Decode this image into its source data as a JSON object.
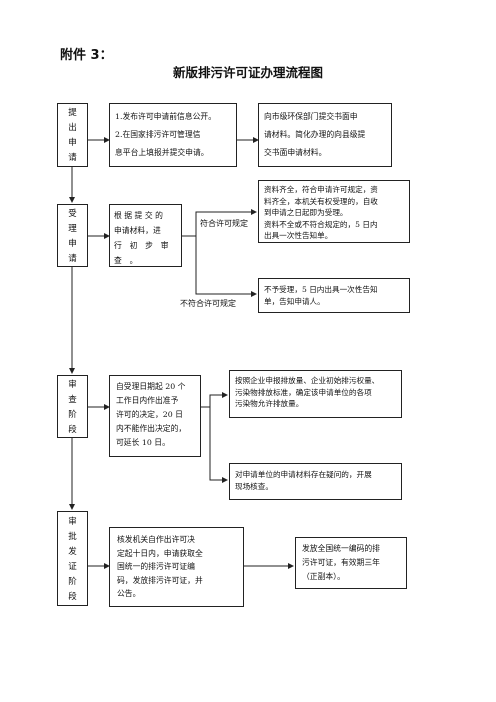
{
  "header": {
    "annex": "附件 3：",
    "title": "新版排污许可证办理流程图"
  },
  "stages": [
    {
      "chars": [
        "提",
        "出",
        "申",
        "请"
      ]
    },
    {
      "chars": [
        "受",
        "理",
        "申",
        "请"
      ]
    },
    {
      "chars": [
        "审",
        "查",
        "阶",
        "段"
      ]
    },
    {
      "chars": [
        "审",
        "批",
        "发",
        "证",
        "阶",
        "段"
      ]
    }
  ],
  "apply": {
    "left_lines": [
      "1.发布许可申请前信息公开。",
      "2.在国家排污许可管理信",
      "息平台上填报并提交申请。"
    ],
    "right_lines": [
      "向市级环保部门提交书面申",
      "请材料。简化办理的向县级提",
      "交书面申请材料。"
    ]
  },
  "accept": {
    "left_lines": [
      "根 据 提 交 的",
      "申请材料，进",
      "行　初　步　审",
      "查　。"
    ],
    "label_yes": "符合许可规定",
    "label_no": "不符合许可规定",
    "yes_lines": [
      "资料齐全，符合申请许可规定，资",
      "料齐全，本机关有权受理的，自收",
      "到申请之日起即为受理。",
      "资料不全或不符合规定的，5 日内",
      "出具一次性告知单。"
    ],
    "no_lines": [
      "不予受理，5 日内出具一次性告知",
      "单，告知申请人。"
    ]
  },
  "review": {
    "left_lines": [
      "自受理日期起 20 个",
      "工作日内作出准予",
      "许可的决定，20 日",
      "内不能作出决定的，",
      "可延长 10 日。"
    ],
    "right_top_lines": [
      "按照企业申报排放量、企业初始排污权量、",
      "污染物排放标准，确定该申请单位的各项",
      "污染物允许排放量。"
    ],
    "right_bottom_lines": [
      "对申请单位的申请材料存在疑问的，开展",
      "现场核查。"
    ]
  },
  "approve": {
    "left_lines": [
      "核发机关自作出许可决",
      "定起十日内，申请获取全",
      "国统一的排污许可证编",
      "码，发放排污许可证，并",
      "公告。"
    ],
    "right_lines": [
      "发放全国统一编码的排",
      "污许可证，有效期三年",
      "（正副本）。"
    ]
  }
}
